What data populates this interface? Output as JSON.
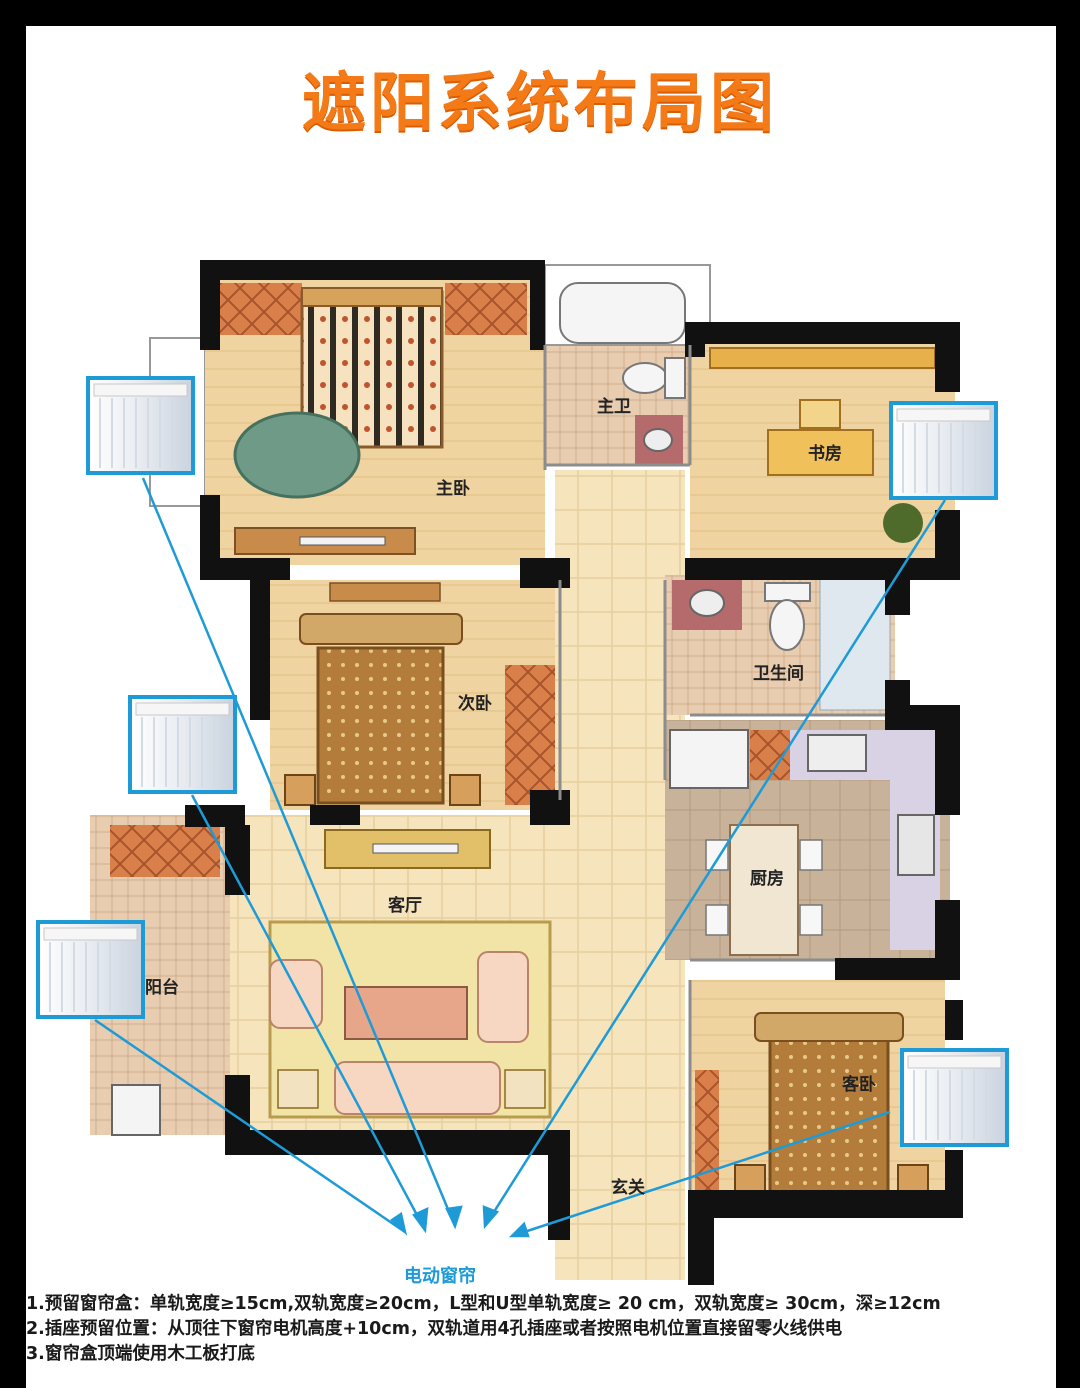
{
  "title": "遮阳系统布局图",
  "rooms": {
    "master_bedroom": "主卧",
    "master_bath": "主卫",
    "study": "书房",
    "second_bedroom": "次卧",
    "bathroom": "卫生间",
    "living_room": "客厅",
    "kitchen": "厨房",
    "balcony": "阳台",
    "guest_bedroom": "客卧",
    "entrance": "玄关"
  },
  "legend_label": "电动窗帘",
  "notes": [
    "1.预留窗帘盒：单轨宽度≥15cm,双轨宽度≥20cm，L型和U型单轨宽度≥ 20 cm，双轨宽度≥ 30cm，深≥12cm",
    "2.插座预留位置：从顶往下窗帘电机高度+10cm，双轨道用4孔插座或者按照电机位置直接留零火线供电",
    "3.窗帘盒顶端使用木工板打底"
  ],
  "colors": {
    "title": "#f47a17",
    "pointer": "#1e9bd7",
    "wall": "#111111",
    "floor": "#f3dcb0"
  }
}
